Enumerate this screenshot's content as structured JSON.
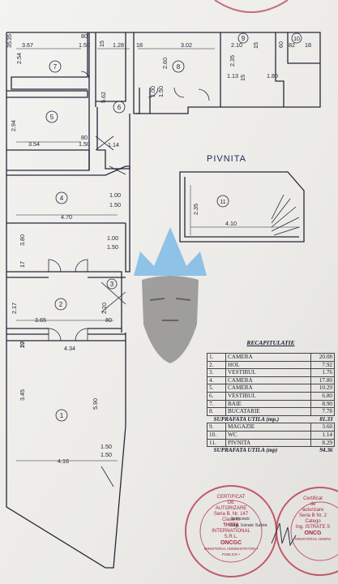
{
  "pivnita_label": "PIVNITA",
  "rooms": [
    {
      "num": "7"
    },
    {
      "num": "8"
    },
    {
      "num": "9"
    },
    {
      "num": "10"
    },
    {
      "num": "5"
    },
    {
      "num": "6"
    },
    {
      "num": "4"
    },
    {
      "num": "11"
    },
    {
      "num": "3"
    },
    {
      "num": "2"
    },
    {
      "num": "1"
    }
  ],
  "dimensions": [
    "35",
    "3.67",
    "80",
    "1.50",
    "15",
    "1.28",
    "18",
    "3.02",
    "2.10",
    "15",
    "60",
    "82",
    "18",
    "2.54",
    "2.60",
    "2.35",
    "1.13",
    "15",
    "1.80",
    "5.62",
    "1.00",
    "1.50",
    "2.94",
    "80",
    "1.50",
    "3.54",
    "1.14",
    "1.00",
    "1.50",
    "4.70",
    "3.80",
    "1.00",
    "1.50",
    "2.35",
    "4.10",
    "17",
    "17",
    "2.17",
    "2.20",
    "3.65",
    "80",
    "4.34",
    "20",
    "3.45",
    "5.90",
    "1.50",
    "1.50",
    "4.16",
    "35"
  ],
  "recap": {
    "title": "RECAPITULATIE",
    "rows": [
      {
        "n": "1.",
        "name": "CAMERA",
        "v": "20.08"
      },
      {
        "n": "2.",
        "name": "HOL",
        "v": "7.92"
      },
      {
        "n": "3.",
        "name": "VESTIBUL",
        "v": "1.76"
      },
      {
        "n": "4.",
        "name": "CAMERA",
        "v": "17.80"
      },
      {
        "n": "5.",
        "name": "CAMERA",
        "v": "10.29"
      },
      {
        "n": "6.",
        "name": "VESTIBUL",
        "v": "6.80"
      },
      {
        "n": "7.",
        "name": "BAIE",
        "v": "8.90"
      },
      {
        "n": "8.",
        "name": "BUCATARIE",
        "v": "7.78"
      }
    ],
    "sum1": {
      "label": "SUPRAFATA UTILA (mp.)",
      "v": "81.33"
    },
    "rows2": [
      {
        "n": "9.",
        "name": "MAGAZIE",
        "v": "3.60"
      },
      {
        "n": "10.",
        "name": "WC",
        "v": "1.14"
      },
      {
        "n": "11.",
        "name": "PIVNITA",
        "v": "8.29"
      }
    ],
    "sum2": {
      "label": "SUPRAFATA UTILA (mp)",
      "v": "94.36"
    }
  },
  "signer": {
    "line1": "Intocmit:",
    "line2": "Ing. Istrate Sabin"
  },
  "stamp_left": {
    "ring": "MINISTERUL ADMINISTRATIEI • PUBLICE •",
    "l1": "CERTIFICAT",
    "l2": "DE",
    "l3": "AUTORIZARE",
    "l4": "Seria B. Nr. 147",
    "l5": "Clasa III",
    "l6": "THETA",
    "l7": "INTERNATIONAL",
    "l8": "S.R.L.",
    "bottom": "ONCGC"
  },
  "stamp_right": {
    "ring": "MINISTERUL ADMINI",
    "l1": "Certificat",
    "l2": "de",
    "l3": "autorizare",
    "l4": "Seria B Nr. 2",
    "l5": "Catego",
    "l6": "Ing. ISTRATE S",
    "bottom": "ONCG"
  },
  "colors": {
    "ink": "#26263a",
    "stamp": "#b8374c",
    "watermark": "#6fb3e6",
    "sketch": "#7d7d7d"
  }
}
